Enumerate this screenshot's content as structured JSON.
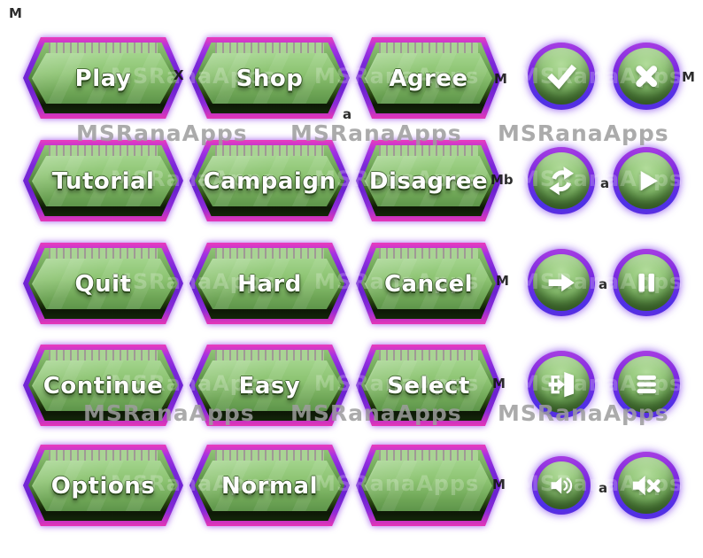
{
  "watermark": {
    "text": "MSRanaApps"
  },
  "colors": {
    "border_violet": "#7a27d8",
    "border_magenta": "#ea3cbb",
    "face_green_light": "#a2d48c",
    "face_green": "#8cc371",
    "face_green_dark": "#5d954a",
    "bevel_dark": "#132609",
    "top_strip_green": "#a9d394",
    "ring_purple_top": "#a63ce2",
    "ring_indigo_bottom": "#4d30e6",
    "sphere_green": "#93c779",
    "icon_white": "#ffffff",
    "label_white": "#fdfdfd",
    "watermark_grey": "#9d9d9d",
    "background": "#ffffff"
  },
  "hex_buttons": [
    {
      "label": "Play"
    },
    {
      "label": "Shop"
    },
    {
      "label": "Agree"
    },
    {
      "label": "Tutorial"
    },
    {
      "label": "Campaign"
    },
    {
      "label": "Disagree"
    },
    {
      "label": "Quit"
    },
    {
      "label": "Hard"
    },
    {
      "label": "Cancel"
    },
    {
      "label": "Continue"
    },
    {
      "label": "Easy"
    },
    {
      "label": "Select"
    },
    {
      "label": "Options"
    },
    {
      "label": "Normal"
    },
    {
      "label": ""
    }
  ],
  "icon_buttons": [
    {
      "name": "confirm",
      "icon": "checkmark-icon"
    },
    {
      "name": "close",
      "icon": "cross-icon"
    },
    {
      "name": "refresh",
      "icon": "refresh-icon"
    },
    {
      "name": "play",
      "icon": "play-icon"
    },
    {
      "name": "next",
      "icon": "arrow-right-icon"
    },
    {
      "name": "pause",
      "icon": "pause-icon"
    },
    {
      "name": "exit",
      "icon": "exit-door-icon"
    },
    {
      "name": "menu",
      "icon": "hamburger-menu-icon"
    },
    {
      "name": "sound-on",
      "icon": "speaker-loud-icon"
    },
    {
      "name": "mute",
      "icon": "speaker-muted-icon"
    }
  ],
  "fragments": [
    "M",
    "X",
    "a",
    "M",
    "M",
    "Mb",
    "a",
    "M",
    "a",
    "M",
    "M",
    "a"
  ]
}
